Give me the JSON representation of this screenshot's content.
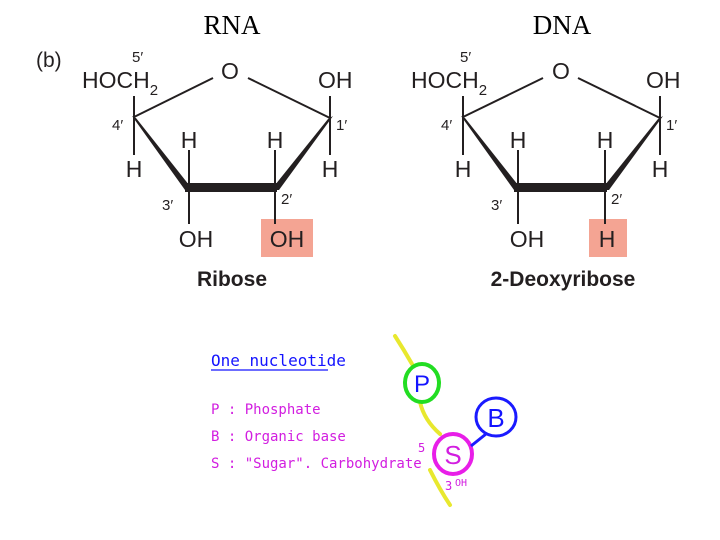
{
  "header": {
    "rna_title": "RNA",
    "dna_title": "DNA"
  },
  "panel_label": "(b)",
  "ribose": {
    "c5_label": "5′",
    "hoch2": "HOCH",
    "hoch2_sub": "2",
    "ring_o": "O",
    "top_right_oh": "OH",
    "c1_label": "1′",
    "c4_label": "4′",
    "h_c4_down": "H",
    "h_c4_up": "H",
    "h_c1_up": "H",
    "h_c1_down": "H",
    "c3_label": "3′",
    "c2_label": "2′",
    "bottom_left_oh": "OH",
    "bottom_right_oh": "OH",
    "name": "Ribose"
  },
  "deoxyribose": {
    "c5_label": "5′",
    "hoch2": "HOCH",
    "hoch2_sub": "2",
    "ring_o": "O",
    "top_right_oh": "OH",
    "c1_label": "1′",
    "c4_label": "4′",
    "h_c4_down": "H",
    "h_c4_up": "H",
    "h_c1_up": "H",
    "h_c1_down": "H",
    "c3_label": "3′",
    "c2_label": "2′",
    "bottom_left_oh": "OH",
    "bottom_right_h": "H",
    "name": "2-Deoxyribose"
  },
  "nucleotide": {
    "title": "One nucleotide",
    "p_line": "P : Phosphate",
    "b_line": "B : Organic base",
    "s_line": "S : \"Sugar\". Carbohydrate",
    "p_symbol": "P",
    "s_symbol": "S",
    "b_symbol": "B",
    "five_label": "5",
    "three_label": "3",
    "oh_label": "OH"
  },
  "colors": {
    "highlight": "#f4a493",
    "text": "#231f20",
    "blue_text": "#1414ff",
    "magenta_text": "#d21ee0",
    "phosphate_green": "#22dd22",
    "sugar_magenta": "#e81ee8",
    "base_blue": "#1a1aff",
    "backbone_yellow": "#e8e82e"
  }
}
